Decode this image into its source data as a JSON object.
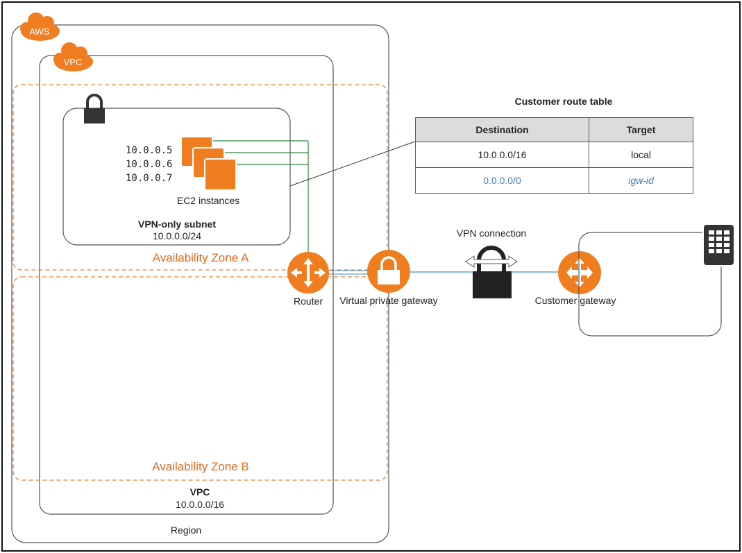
{
  "aws_badge": "AWS",
  "vpc_badge": "VPC",
  "route_table": {
    "title": "Customer route table",
    "headers": [
      "Destination",
      "Target"
    ],
    "rows": [
      {
        "destination": "10.0.0.0/16",
        "target": "local"
      },
      {
        "destination": "0.0.0.0/0",
        "target": "igw-id"
      }
    ]
  },
  "instances": {
    "ips": [
      "10.0.0.5",
      "10.0.0.6",
      "10.0.0.7"
    ],
    "label": "EC2 instances"
  },
  "subnet": {
    "name": "VPN-only subnet",
    "cidr": "10.0.0.0/24"
  },
  "zones": {
    "a": "Availability Zone A",
    "b": "Availability Zone B"
  },
  "router_label": "Router",
  "vpg_label": "Virtual private gateway",
  "vpn_connection_label": "VPN connection",
  "customer_gateway_label": "Customer gateway",
  "vpc": {
    "name": "VPC",
    "cidr": "10.0.0.0/16"
  },
  "region_label": "Region",
  "colors": {
    "aws_orange": "#f07d1f",
    "zone_dashed": "#e8823a",
    "zone_text": "#e06b1f",
    "link_green": "#2e8b3a",
    "link_blue": "#3b8fc0",
    "table_header_bg": "#dcdcdc",
    "highlight_blue": "#3b7ec0"
  }
}
